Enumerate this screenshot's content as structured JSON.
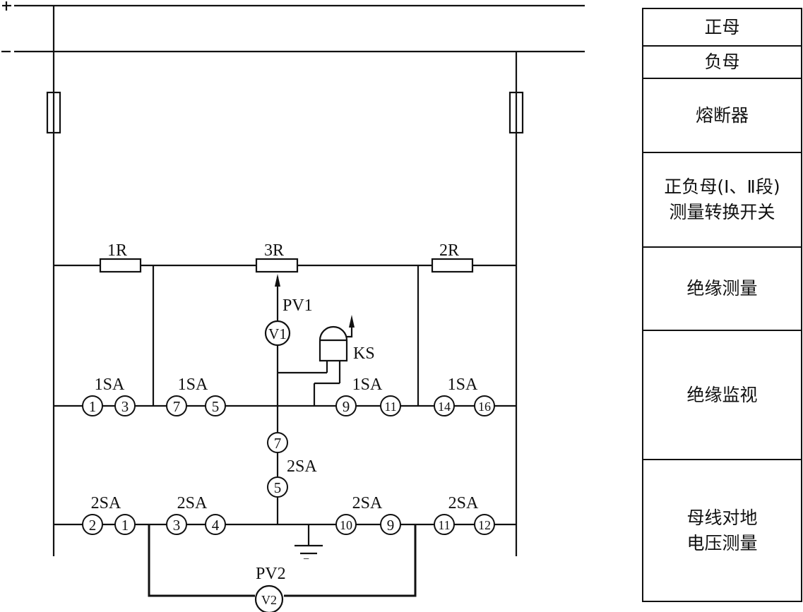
{
  "diagram": {
    "bus_labels": {
      "positive": "+",
      "negative": "−"
    },
    "resistors": {
      "r1": "1R",
      "r3": "3R",
      "r2": "2R"
    },
    "voltmeters": {
      "pv1_label": "PV1",
      "pv1_symbol": "V1",
      "pv2_label": "PV2",
      "pv2_symbol": "V2"
    },
    "relay": {
      "label": "KS"
    },
    "switch_1SA": {
      "label": "1SA",
      "groups": [
        [
          "1",
          "3"
        ],
        [
          "7",
          "5"
        ],
        [
          "9",
          "11"
        ],
        [
          "14",
          "16"
        ]
      ]
    },
    "switch_2SA": {
      "label": "2SA",
      "vertical_contacts": [
        "7",
        "5"
      ],
      "groups": [
        [
          "2",
          "1"
        ],
        [
          "3",
          "4"
        ],
        [
          "10",
          "9"
        ],
        [
          "11",
          "12"
        ]
      ]
    },
    "ground_label": "−"
  },
  "legend": {
    "rows": [
      {
        "lines": [
          "正母"
        ]
      },
      {
        "lines": [
          "负母"
        ]
      },
      {
        "lines": [
          "熔断器"
        ]
      },
      {
        "lines": [
          "正负母(Ⅰ、Ⅱ段)",
          "测量转换开关"
        ]
      },
      {
        "lines": [
          "绝缘测量"
        ]
      },
      {
        "lines": [
          "绝缘监视"
        ]
      },
      {
        "lines": [
          "母线对地",
          "电压测量"
        ]
      }
    ]
  }
}
